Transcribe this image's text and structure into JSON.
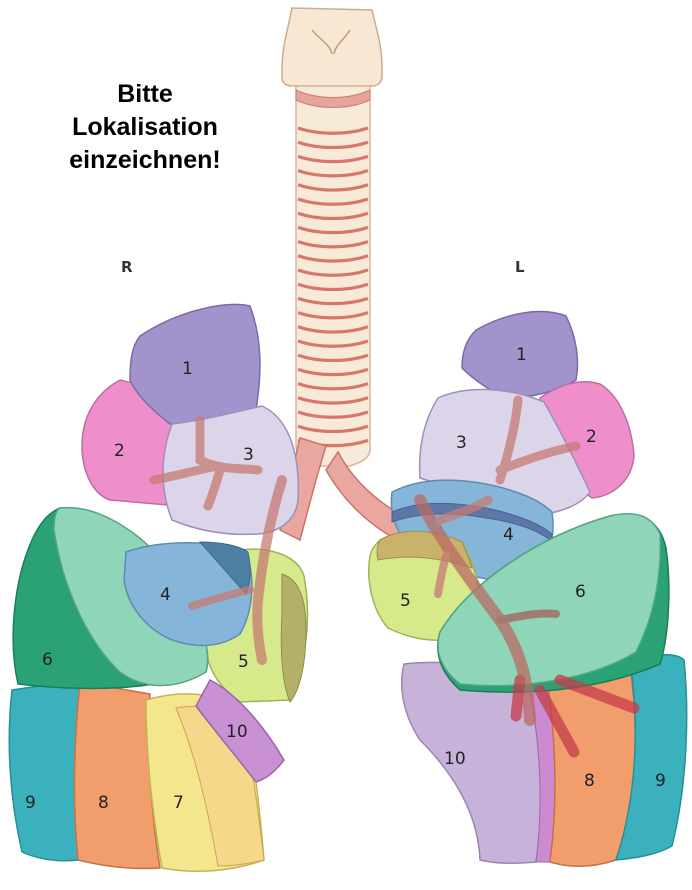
{
  "instruction": {
    "lines": [
      "Bitte",
      "Lokalisation",
      "einzeichnen!"
    ]
  },
  "sides": {
    "right": "R",
    "left": "L"
  },
  "right_lung": {
    "segments": {
      "s1": "1",
      "s2": "2",
      "s3": "3",
      "s4": "4",
      "s5": "5",
      "s6": "6",
      "s7": "7",
      "s8": "8",
      "s9": "9",
      "s10": "10"
    }
  },
  "left_lung": {
    "segments": {
      "s1": "1",
      "s2": "2",
      "s3": "3",
      "s4": "4",
      "s5": "5",
      "s6": "6",
      "s8": "8",
      "s9": "9",
      "s10": "10"
    }
  },
  "colors": {
    "seg1": "#a393cc",
    "seg2": "#ee8fcb",
    "seg3": "#dcd5ea",
    "seg4": "#86b5da",
    "seg5": "#d6ea8c",
    "seg6": "#8fd6b8",
    "seg6_side": "#2aa276",
    "seg7": "#f3e68c",
    "seg8": "#f29e6c",
    "seg9": "#3ab1bd",
    "seg10": "#c7b2da",
    "trachea": "#f6e8d3",
    "ring": "#dc8c82",
    "bronchus": "#d78c8c"
  }
}
